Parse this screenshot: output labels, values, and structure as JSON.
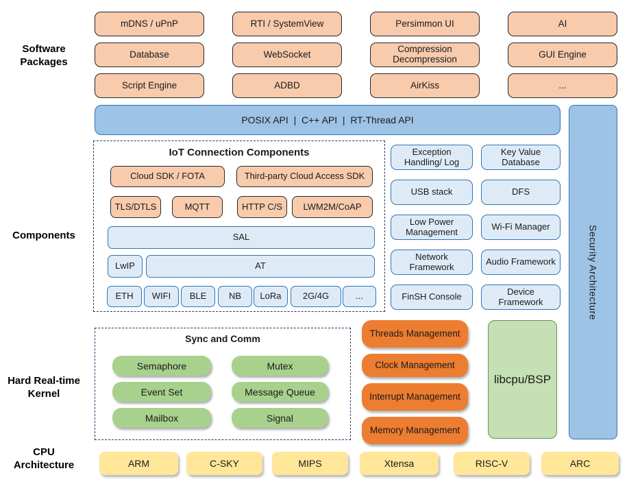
{
  "labels": {
    "software_packages": "Software\nPackages",
    "components": "Components",
    "kernel": "Hard Real-time\nKernel",
    "cpu": "CPU\nArchitecture"
  },
  "software_packages": {
    "items": [
      "mDNS / uPnP",
      "RTI / SystemView",
      "Persimmon UI",
      "AI",
      "Database",
      "WebSocket",
      "Compression Decompression",
      "GUI Engine",
      "Script Engine",
      "ADBD",
      "AirKiss",
      "..."
    ]
  },
  "api_bar": {
    "label": "POSIX API  |  C++ API  |  RT-Thread API"
  },
  "security_bar": {
    "label": "Security Architecture"
  },
  "iot_components": {
    "title": "IoT Connection Components",
    "cloud_sdk": "Cloud SDK / FOTA",
    "third_party": "Third-party Cloud Access SDK",
    "tls": "TLS/DTLS",
    "mqtt": "MQTT",
    "http": "HTTP C/S",
    "lwm2m": "LWM2M/CoAP",
    "sal": "SAL",
    "lwip": "LwIP",
    "at": "AT",
    "links": [
      "ETH",
      "WIFI",
      "BLE",
      "NB",
      "LoRa",
      "2G/4G",
      "..."
    ]
  },
  "service_components": {
    "items": [
      "Exception Handling/ Log",
      "Key Value Database",
      "USB stack",
      "DFS",
      "Low Power Management",
      "Wi-Fi Manager",
      "Network Framework",
      "Audio Framework",
      "FinSH Console",
      "Device Framework"
    ]
  },
  "kernel": {
    "sync_title": "Sync and Comm",
    "sync_items": [
      "Semaphore",
      "Mutex",
      "Event Set",
      "Message Queue",
      "Mailbox",
      "Signal"
    ],
    "management_items": [
      "Threads Management",
      "Clock Management",
      "Interrupt Management",
      "Memory Management"
    ],
    "libcpu": "libcpu/BSP"
  },
  "cpu_architectures": [
    "ARM",
    "C-SKY",
    "MIPS",
    "Xtensa",
    "RISC-V",
    "ARC"
  ],
  "colors": {
    "package_fill": "#F8CBAD",
    "api_fill": "#9DC3E6",
    "component_fill": "#DEEBF7",
    "blue_border": "#2E75B6",
    "sync_fill": "#A9D18E",
    "management_fill": "#ED7D31",
    "libcpu_fill": "#C5E0B4",
    "cpu_fill": "#FFE699",
    "dashed_border": "#1F3864"
  }
}
